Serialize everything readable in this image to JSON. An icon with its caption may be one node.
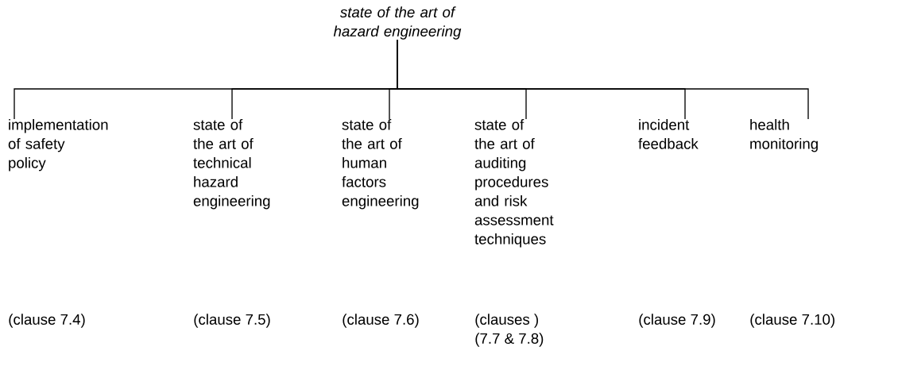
{
  "diagram": {
    "nodes": [
      {
        "text": [
          "state of the art of hazard engineering"
        ]
      },
      {
        "text": [
          "implementation of safety policy"
        ]
      },
      {
        "text": [
          "state of the art of technical hazard engineering"
        ]
      },
      {
        "text": [
          "state of the art of human factors engineering"
        ]
      },
      {
        "text": [
          "state of the art of auditing procedures and risk assessment techniques"
        ]
      },
      {
        "text": [
          "incident feedback"
        ]
      },
      {
        "text": [
          "health monitoring"
        ]
      }
    ],
    "edges": [
      {
        "from": 0,
        "to": 1,
        "arrow": "none"
      },
      {
        "from": 0,
        "to": 2,
        "arrow": "none"
      },
      {
        "from": 0,
        "to": 3,
        "arrow": "none"
      },
      {
        "from": 0,
        "to": 4,
        "arrow": "none"
      },
      {
        "from": 0,
        "to": 5,
        "arrow": "none"
      },
      {
        "from": 0,
        "to": 6,
        "arrow": "none"
      }
    ],
    "labels": [
      "(clause 7.4)",
      "(clause 7.5)",
      "(clause 7.6)",
      "(clauses )",
      "(clause 7.9)",
      "(clause 7.10)",
      "(7.7 & 7.8)"
    ]
  }
}
